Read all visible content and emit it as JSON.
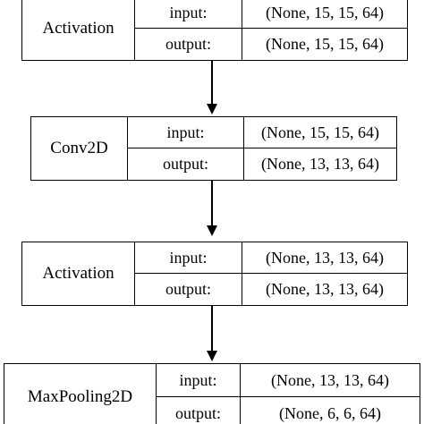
{
  "nodes": [
    {
      "name": "Activation",
      "input_label": "input:",
      "input_value": "(None, 15, 15, 64)",
      "output_label": "output:",
      "output_value": "(None, 15, 15, 64)"
    },
    {
      "name": "Conv2D",
      "input_label": "input:",
      "input_value": "(None, 15, 15, 64)",
      "output_label": "output:",
      "output_value": "(None, 13, 13, 64)"
    },
    {
      "name": "Activation",
      "input_label": "input:",
      "input_value": "(None, 13, 13, 64)",
      "output_label": "output:",
      "output_value": "(None, 13, 13, 64)"
    },
    {
      "name": "MaxPooling2D",
      "input_label": "input:",
      "input_value": "(None, 13, 13, 64)",
      "output_label": "output:",
      "output_value": "(None, 6, 6, 64)"
    }
  ]
}
